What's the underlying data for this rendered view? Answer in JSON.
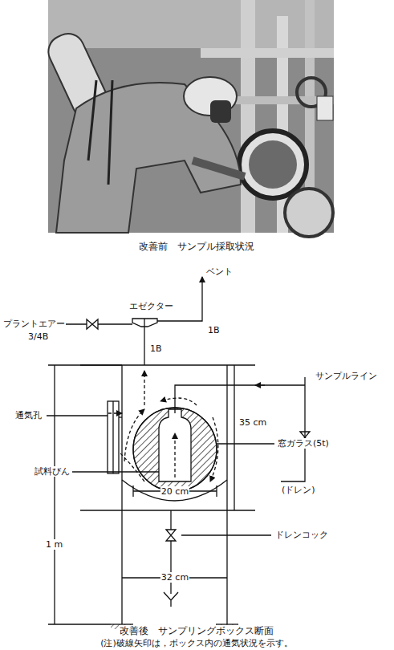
{
  "diagram": {
    "caption": "改善後　サンプリングボックス断面",
    "labels": [
      "改善前　サンプル採取状況",
      "プラントエアー",
      "3/4B",
      "エゼクター",
      "ベント",
      "1B",
      "1B",
      "サンプルライン",
      "(ドレン)",
      "通気孔",
      "35 cm",
      "窓ガラス(5t)",
      "試料びん",
      "20 cm",
      "ドレンコック",
      "1 m",
      "32 cm",
      "(注)破線矢印は，ボックス内の通気状況を示す。"
    ]
  }
}
